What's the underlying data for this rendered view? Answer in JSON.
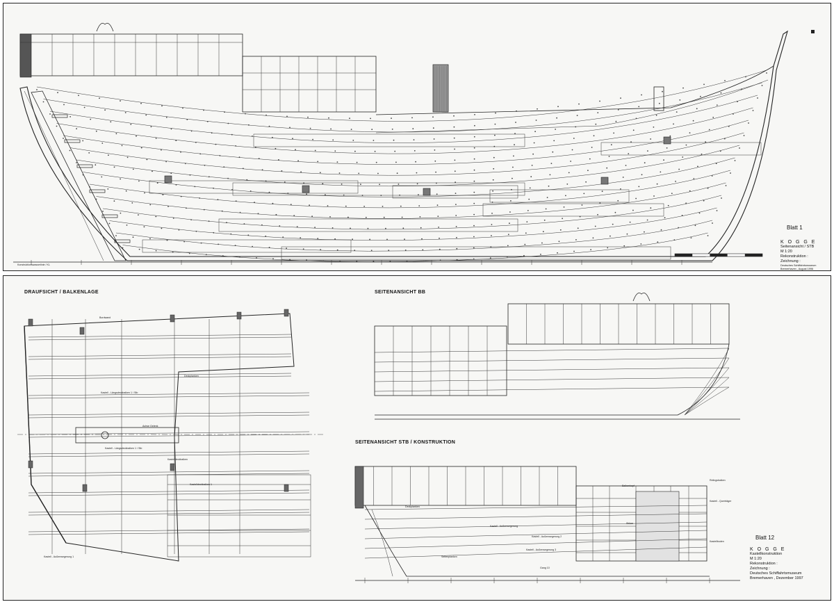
{
  "sheet1": {
    "blatt": "Blatt 1",
    "title_block": {
      "line1": "K O G G E",
      "line2": "Seitenansicht / STB",
      "line3": "M 1:20",
      "line4": "Rekonstruktion :",
      "line5": "Zeichnung :",
      "line6": "Deutsches Schiffahrtsmuseum",
      "line7": "Bremerhaven , August 1996"
    },
    "baseline_label": "Konstruktionswasserlinie / KL"
  },
  "sheet12": {
    "blatt": "Blatt 12",
    "view1_title": "DRAUFSICHT / BALKENLAGE",
    "view2_title": "SEITENANSICHT  BB",
    "view3_title": "SEITENANSICHT  STB / KONSTRUKTION",
    "title_block": {
      "line1": "K O G G E",
      "line2": "Kastellkonstruktion",
      "line3": "M 1:20",
      "line4": "Rekonstruktion :",
      "line5": "Zeichnung :",
      "line6": "Deutsches Schiffahrtsmuseum",
      "line7": "Bremerhaven , Dezember 1997"
    },
    "plan_labels": [
      "Kastell - Längsdeckbalken 1 / Stb",
      "Kastell - Längsdeckbalken 1 / Stb",
      "Kastelldeckbalken",
      "Kastelldeckbalken 1",
      "Kastell - Außenwegerung 1",
      "Bordwand",
      "Deckplanken",
      "Achse Gelenk"
    ],
    "section_labels": [
      "Deckplanken",
      "Kastell - Außenwegerung",
      "Kastell - Außenwegerung 2",
      "Kastell - Außenwegerung 3",
      "Seitenplanken",
      "Balkenkopf",
      "Stütze",
      "Gang 10",
      "Kastell - Querträger",
      "Kastellboden",
      "Relingsbalken"
    ]
  }
}
